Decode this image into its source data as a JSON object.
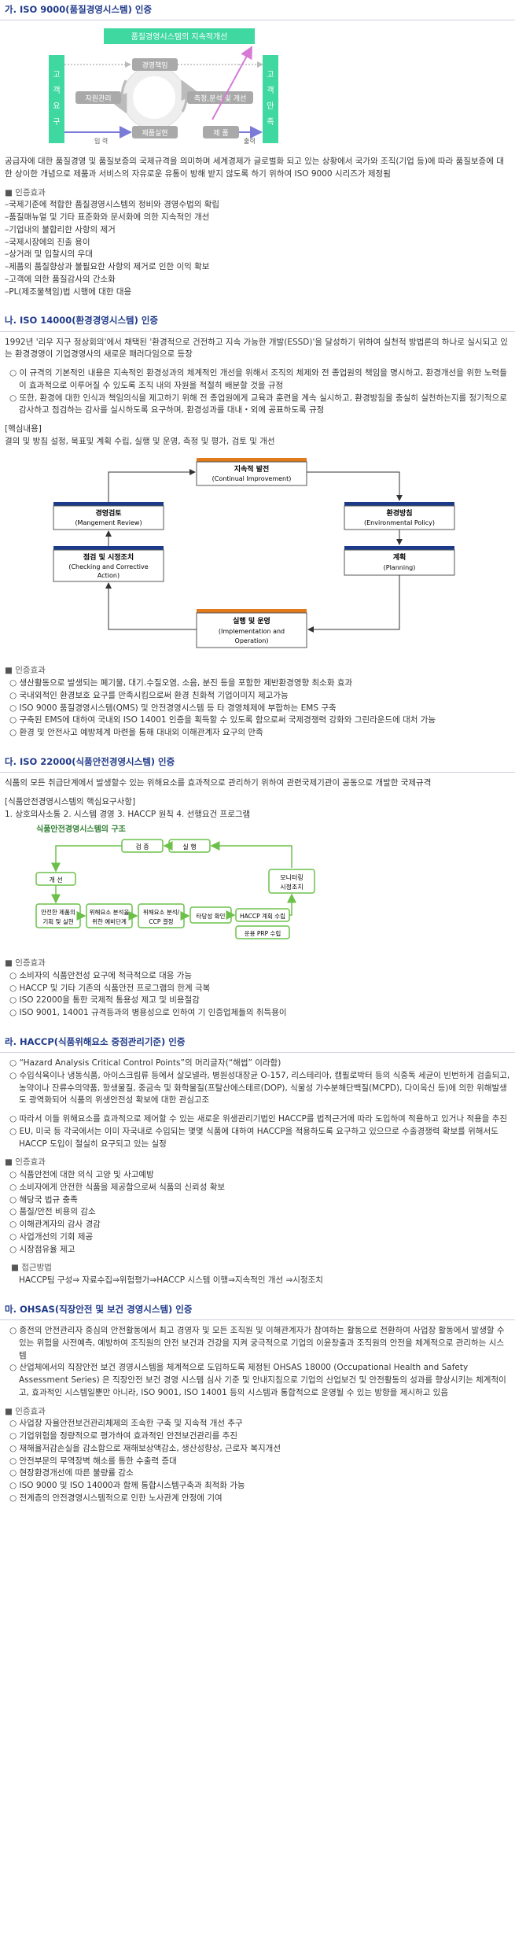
{
  "s1": {
    "heading": "가. ISO 9000(품질경영시스템) 인증",
    "d": {
      "top": "품질경영시스템의 지속적개선",
      "cl": "고객요구",
      "cr": "고객만족",
      "mgmt": "경영책임",
      "res": "자원관리",
      "meas": "측정,분석 및 개선",
      "prod": "제품실현",
      "item": "제 품",
      "input": "입 력",
      "output": "출력"
    },
    "para": "공급자에 대한 품질경영 및 품질보증의 국제규격을 의미하며 세계경제가 글로벌화 되고 있는 상황에서 국가와 조직(기업 등)에 따라 품질보증에 대한 상이한 개념으로 제품과 서비스의 자유로운 유통이 방해 받지 않도록 하기 위하여 ISO 9000 시리즈가 제정됨",
    "eff_title": "■ 인증효과",
    "effects": [
      "–국제기준에 적합한 품질경영시스템의 정비와 경영수법의 확립",
      "–품질매뉴얼 및 기타 표준화와 문서화에 의한 지속적인 개선",
      "–기업내의 불합리한 사항의 제거",
      "–국제시장에의 진출 용이",
      "–상거래 및 입찰시의 우대",
      "–제품의 품질향상과 불필요한 사항의 제거로 인한 이익 확보",
      "–고객에 의한 품질감사의 간소화",
      "–PL(제조물책임)법 시행에 대한 대응"
    ]
  },
  "s2": {
    "heading": "나. ISO 14000(환경경영시스템) 인증",
    "para": "1992년 '리우 지구 정상회의'에서 채택된 '환경적으로 건전하고 지속 가능한 개발(ESSD)'을 달성하기 위하여 실천적 방법론의 하나로 실시되고 있는 환경경영이 기업경영사의 새로운 패러다임으로 등장",
    "bullets": [
      "○ 이 규격의 기본적인 내용은 지속적인 환경성과의 체계적인 개선을 위해서 조직의 체제와 전 종업원의 책임을 명시하고, 환경개선을 위한 노력들이 효과적으로 이루어질 수 있도록 조직 내의 자원을 적절히 배분할 것을 규정",
      "○ 또한, 환경에 대한 인식과 책임의식을 제고하기 위해 전 종업원에게 교육과 훈련을 계속 실시하고, 환경방침을 충실히 실천하는지를 정기적으로 감사하고 점검하는 감사를 실시하도록 요구하며, 환경성과를 대내・외에 공표하도록 규정"
    ],
    "core_title": "[핵심내용]",
    "core": "결의 및 방침 설정, 목표및 계획 수립, 실행 및 운영, 측정 및 평가, 검토 및 개선",
    "d": {
      "b1a": "지속적 발전",
      "b1b": "(Continual Improvement)",
      "b2a": "경영검토",
      "b2b": "(Mangement Review)",
      "b3a": "환경방침",
      "b3b": "(Environmental Policy)",
      "b4a": "점검 및 시정조치",
      "b4b": "(Checking and Corrective",
      "b4c": "Action)",
      "b5a": "계획",
      "b5b": "(Planning)",
      "b6a": "실행 및 운영",
      "b6b": "(Implementation and",
      "b6c": "Operation)"
    },
    "eff_title": "■ 인증효과",
    "effects": [
      "○ 생산활동으로 발생되는 폐기물, 대기․수질오염, 소음, 분진 등을 포함한 제반환경영향 최소화 효과",
      "○ 국내외적인 환경보호 요구를 만족시킴으로써 환경 친화적 기업이미지 제고가능",
      "○ ISO 9000 품질경영시스템(QMS) 및 안전경영시스템 등 타 경영체제에 부합하는 EMS 구축",
      "○ 구축된 EMS에 대하여 국내외 ISO 14001 인증을 획득할 수 있도록 함으로써 국제경쟁력 강화와 그린라운드에 대처 가능",
      "○ 환경 및 안전사고 예방체계 마련을 통해 대내외 이해관계자 요구의 만족"
    ]
  },
  "s3": {
    "heading": "다. ISO 22000(식품안전경영시스템) 인증",
    "para": "식품의 모든 취급단계에서 발생할수 있는 위해요소를 효과적으로 관리하기 위하여 관련국제기관이 공동으로 개발한 국제규격",
    "core_title": "[식품안전경영시스템의 핵심요구사항]",
    "core": "1. 상호의사소통    2. 시스템 경영    3. HACCP 원칙    4. 선행요건 프로그램",
    "d": {
      "title": "식품안전경영시스템의 구조",
      "verify": "검 증",
      "exec": "실 행",
      "start": "개 선",
      "monitor1": "모니터링",
      "monitor2": "시정조치",
      "s1a": "안전한 제품의",
      "s1b": "기획 및 실현",
      "s2a": "위해요소 분석을",
      "s2b": "위한 예비단계",
      "s3a": "위해요소 분석/",
      "s3b": "CCP 결정",
      "s4": "타당성 확인",
      "s5": "HACCP 계획 수립",
      "s6": "운용 PRP 수립"
    },
    "eff_title": "■ 인증효과",
    "effects": [
      "○ 소비자의 식품안전성 요구에 적극적으로 대응 가능",
      "○ HACCP 및 기타 기존의 식품안전 프로그램의 한계 극복",
      "○ ISO 22000을 통한 국제적 통용성 제고 및 비용절감",
      "○ ISO 9001, 14001 규격등과의 병용성으로 인하여 기 인증업체들의 취득용이"
    ]
  },
  "s4": {
    "heading": "라. HACCP(식품위해요소 중점관리기준) 인증",
    "bullets": [
      "○ “Hazard Analysis Critical Control Points”의 머리글자(“해썹” 이라함)",
      "○ 수입식육이나 냉동식품, 아이스크림류 등에서 살모넬라, 병원성대장균 O-157, 리스테리아, 캠필로박터 등의 식중독 세균이 빈번하게 검출되고, 농약이나 잔류수의약품, 항생물질, 중금속 및 화학물질(프탈산에스테르(DOP), 식물성 가수분해단백질(MCPD), 다이옥신 등)에 의한 위해발생도 광역화되어 식품의 위생안전성 확보에 대한 관심고조",
      "○ 따라서 이들 위해요소를 효과적으로 제어할 수 있는 새로운 위생관리기법인 HACCP를 법적근거에 따라 도입하여 적용하고 있거나 적용을 추진",
      "○ EU, 미국 등 각국에서는 이미 자국내로 수입되는 몇몇 식품에 대하여 HACCP을 적용하도록 요구하고 있으므로 수출경쟁력 확보를 위해서도 HACCP 도입이 절실히 요구되고 있는 실정"
    ],
    "eff_title": "■ 인증효과",
    "effects": [
      "○ 식품안전에 대한 의식 고양 및 사고예방",
      "○ 소비자에게 안전한 식품을 제공함으로써 식품의 신뢰성 확보",
      "○ 해당국 법규 충족",
      "○ 품질/안전 비용의 감소",
      "○ 이해관계자의 감사 경감",
      "○ 사업개선의 기회 제공",
      "○ 시장점유율 제고"
    ],
    "app_title": "■ 접근방법",
    "app": "HACCP팀 구성⇒ 자료수집⇒위험평가⇒HACCP 시스템 이행⇒지속적인 개선 ⇒시정조치"
  },
  "s5": {
    "heading": "마.  OHSAS(직장안전 및 보건 경영시스템) 인증",
    "bullets": [
      "○ 종전의 안전관리자 중심의 안전활동에서 최고 경영자 및 모든 조직원 및 이해관계자가 참여하는 활동으로 전환하여 사업장 활동에서 발생할 수 있는 위험을 사전예측, 예방하여 조직원의 안전 보건과 건강을 지켜 궁극적으로 기업의 이윤창출과 조직원의 안전을 체계적으로 관리하는 시스템",
      "○ 산업체에서의 직장안전 보건 경영시스템을 체계적으로 도입하도록 제정된 OHSAS 18000 (Occupational Health and Safety Assessment Series) 은 직장안전 보건 경영 시스템 심사 기준 및 안내지침으로 기업의 산업보건 및 안전활동의 성과를 향상시키는 체계적이고, 효과적인 시스템일뿐만 아니라, ISO 9001, ISO 14001 등의 시스템과 통합적으로 운영될 수 있는 방향을 제시하고 있음"
    ],
    "eff_title": "■ 인증효과",
    "effects": [
      "○ 사업장 자율안전보건관리체제의 조속한 구축 및 지속적 개선 추구",
      "○ 기업위험을 정량적으로 평가하여 효과적인 안전보건관리를 추진",
      "○ 재해율저감손실을 감소함으로 재해보상액감소, 생산성향상, 근로자 복지개선",
      "○ 안전부문의 무역장벽 해소를 통한 수출력 증대",
      "○ 현장환경개선에 따른 불량률 감소",
      "○ ISO 9000 및 ISO 14000과 함께 통합시스템구축과 최적화 가능",
      "○ 전계층의 안전경영시스템적으로 인한 노사관계 안정에 기여"
    ]
  }
}
